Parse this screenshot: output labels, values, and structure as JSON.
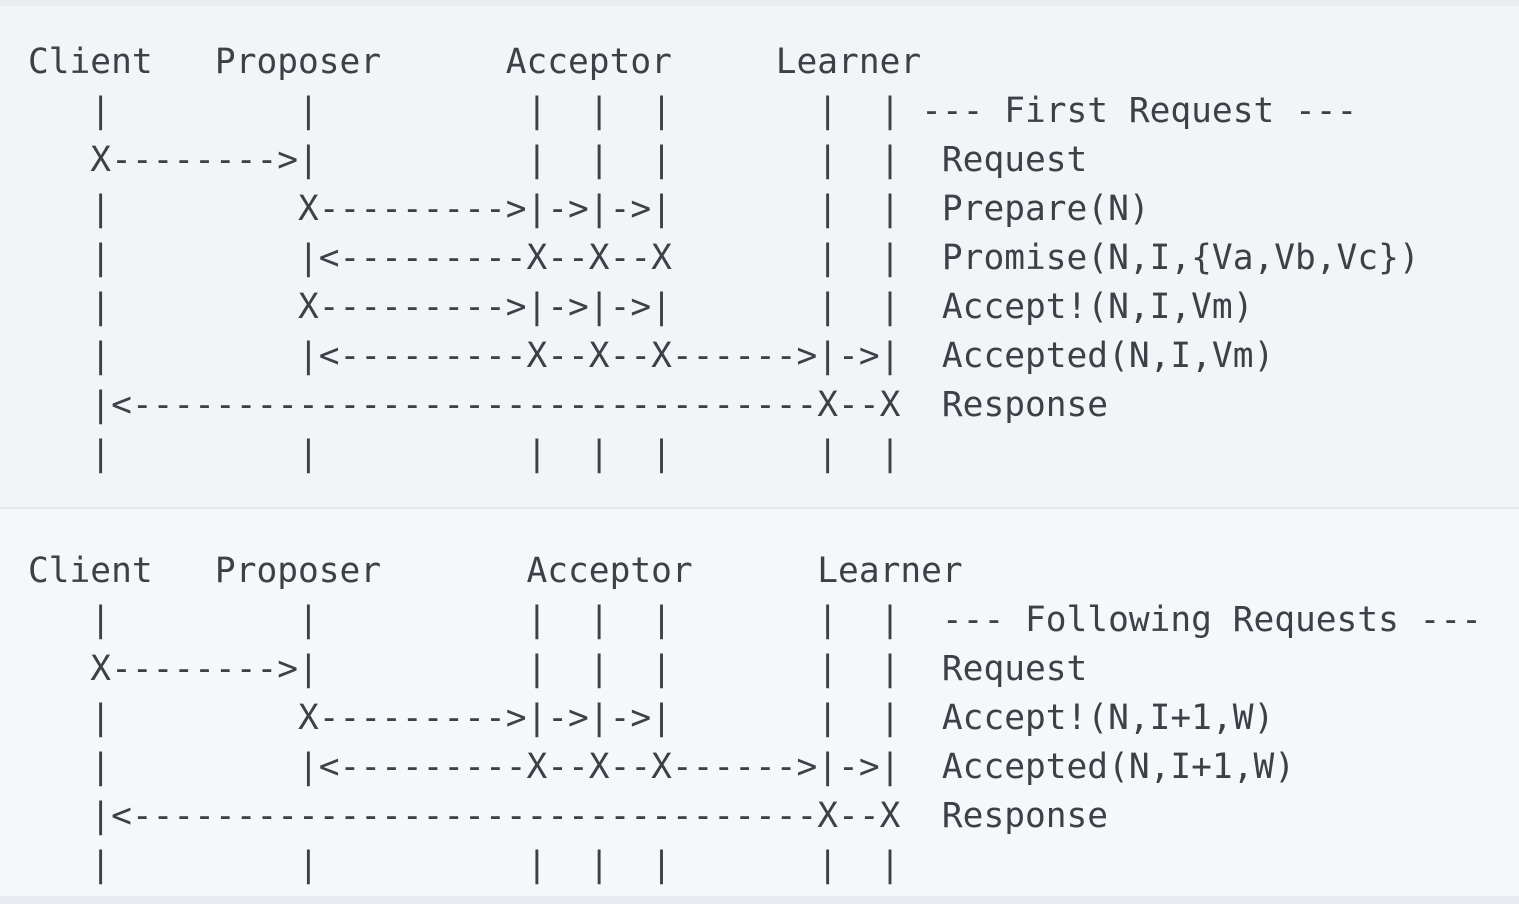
{
  "colors": {
    "page_edge_background": "#e8ecf1",
    "first_block_background": "#f2f4f7",
    "following_block_background": "#f6f7fa",
    "divider": "#e3e7ec",
    "text": "#3c4148"
  },
  "diagrams": [
    {
      "name": "multi-paxos-first-request",
      "phase_title": "--- First Request ---",
      "actors": [
        "Client",
        "Proposer",
        "Acceptor",
        "Learner"
      ],
      "messages": [
        "Request",
        "Prepare(N)",
        "Promise(N,I,{Va,Vb,Vc})",
        "Accept!(N,I,Vm)",
        "Accepted(N,I,Vm)",
        "Response"
      ],
      "ascii": "Client   Proposer      Acceptor     Learner\n   |         |          |  |  |       |  | --- First Request ---\n   X-------->|          |  |  |       |  |  Request\n   |         X--------->|->|->|       |  |  Prepare(N)\n   |         |<---------X--X--X       |  |  Promise(N,I,{Va,Vb,Vc})\n   |         X--------->|->|->|       |  |  Accept!(N,I,Vm)\n   |         |<---------X--X--X------>|->|  Accepted(N,I,Vm)\n   |<---------------------------------X--X  Response\n   |         |          |  |  |       |  |"
    },
    {
      "name": "multi-paxos-following-requests",
      "phase_title": "--- Following Requests ---",
      "actors": [
        "Client",
        "Proposer",
        "Acceptor",
        "Learner"
      ],
      "messages": [
        "Request",
        "Accept!(N,I+1,W)",
        "Accepted(N,I+1,W)",
        "Response"
      ],
      "ascii": "Client   Proposer       Acceptor      Learner\n   |         |          |  |  |       |  |  --- Following Requests ---\n   X-------->|          |  |  |       |  |  Request\n   |         X--------->|->|->|       |  |  Accept!(N,I+1,W)\n   |         |<---------X--X--X------>|->|  Accepted(N,I+1,W)\n   |<---------------------------------X--X  Response\n   |         |          |  |  |       |  |"
    }
  ]
}
